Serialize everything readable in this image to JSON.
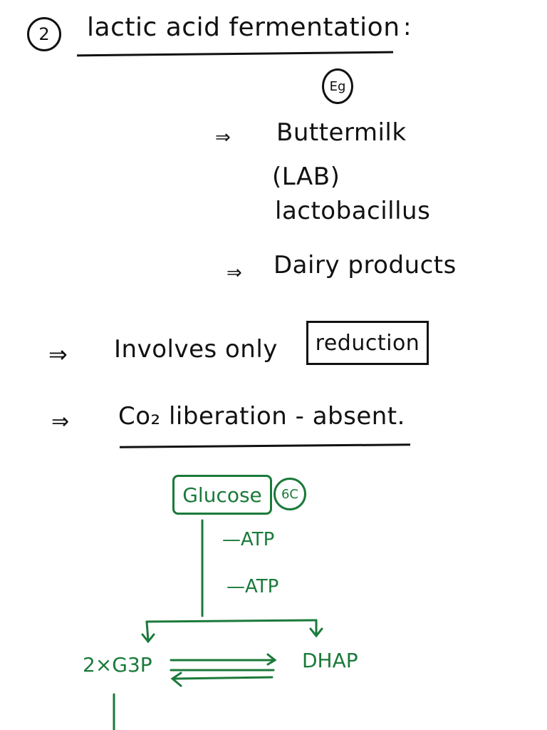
{
  "heading": {
    "number": "2",
    "title": "lactic acid fermentation",
    "colon": ":"
  },
  "example_badge": "Eg",
  "examples": [
    {
      "arrow": "⇒",
      "text": "Buttermilk"
    },
    {
      "arrow": "",
      "text": "(LAB)"
    },
    {
      "arrow": "",
      "text": "lactobacillus"
    },
    {
      "arrow": "⇒",
      "text": "Dairy products"
    }
  ],
  "points": [
    {
      "arrow": "⇒",
      "text": "Involves only",
      "boxed": "reduction"
    },
    {
      "arrow": "⇒",
      "text": "Co₂ liberation - absent."
    }
  ],
  "diagram": {
    "glucose": "Glucose",
    "glucose_carbons": "6C",
    "atp_1": "—ATP",
    "atp_2": "—ATP",
    "g3p": "2×G3P",
    "dhap": "DHAP"
  },
  "colors": {
    "ink": "#111111",
    "green": "#1a7a3a"
  }
}
